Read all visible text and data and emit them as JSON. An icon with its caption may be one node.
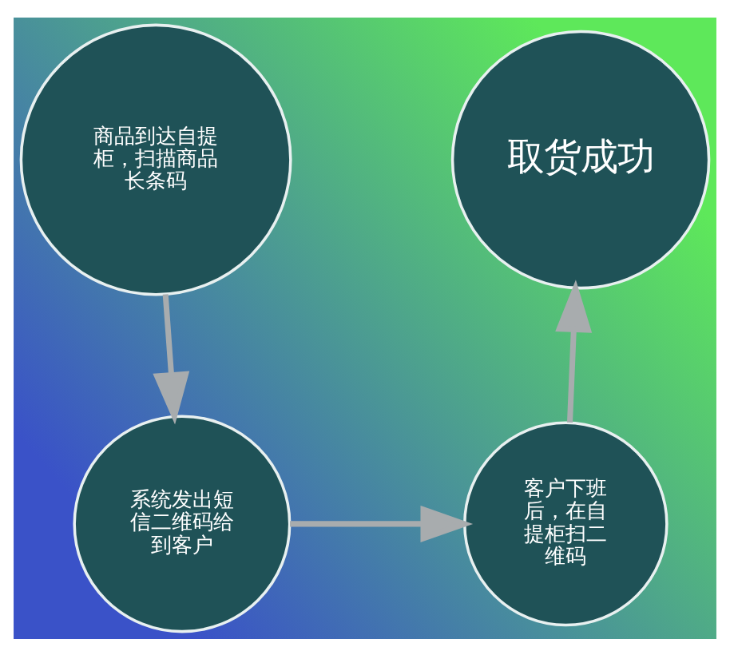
{
  "diagram": {
    "nodes": [
      {
        "text": [
          "商品到达自提柜，扫描商品长条码"
        ]
      },
      {
        "text": [
          "取货成功"
        ]
      },
      {
        "text": [
          "系统发出短信二维码给到客户"
        ]
      },
      {
        "text": [
          "客户下班后，在自提柜扫二维码"
        ]
      }
    ],
    "edges": [
      {
        "from": 0,
        "to": 2,
        "arrow": "to"
      },
      {
        "from": 2,
        "to": 3,
        "arrow": "to"
      },
      {
        "from": 3,
        "to": 1,
        "arrow": "to"
      }
    ]
  }
}
